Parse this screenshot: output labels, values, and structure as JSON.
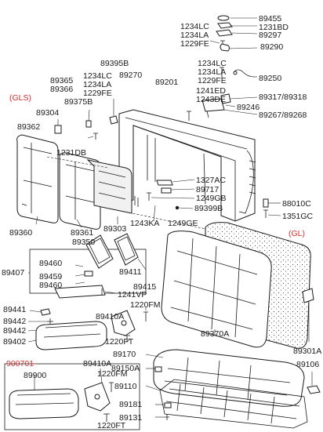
{
  "variants": {
    "gls": "(GLS)",
    "gl": "(GL)",
    "option_code": "900701-"
  },
  "labels": {
    "p89455": "89455",
    "p1231BD": "1231BD",
    "p89297": "89297",
    "p89290": "89290",
    "p1234LC_a": "1234LC",
    "p1234LA_a": "1234LA",
    "p1229FE_a": "1229FE",
    "p1234LC_b": "1234LC",
    "p1234LA_b": "1234LA",
    "p1229FE_b": "1229FE",
    "p89250": "89250",
    "p89395B": "89395B",
    "p89270": "89270",
    "p89201": "89201",
    "p89365": "89365",
    "p89366": "89366",
    "p1234LC_c": "1234LC",
    "p1234LA_c": "1234LA",
    "p1229FE_c": "1229FE",
    "p1241ED": "1241ED",
    "p1243DE": "1243DE",
    "p89246": "89246",
    "p89317": "89317/89318",
    "p89375B": "89375B",
    "p89304": "89304",
    "p89267": "89267/89268",
    "p89362": "89362",
    "p1231DB": "1231DB",
    "p1327AC": "1327AC",
    "p89717": "89717",
    "p1249GB": "1249GB",
    "p89399B": "89399B",
    "p88010C": "88010C",
    "p1351GC": "1351GC",
    "p89360": "89360",
    "p89361": "89361",
    "p89303": "89303",
    "p1243KA": "1243KA",
    "p1249GE": "1249GE",
    "p89350": "89350",
    "p89460_a": "89460",
    "p89407": "89407",
    "p89459": "89459",
    "p89460_b": "89460",
    "p89411": "89411",
    "p89415": "89415",
    "p1241VP": "1241VP",
    "p1220FM_a": "1220FM",
    "p89441": "89441",
    "p89410A_a": "89410A",
    "p89442_a": "89442",
    "p89442_b": "89442",
    "p89402": "89402",
    "p1220FT_a": "1220FT",
    "p89370A": "89370A",
    "p89301A": "89301A",
    "p89170": "89170",
    "p89150A": "89150A",
    "p89106": "89106",
    "p89110": "89110",
    "p89900": "89900",
    "p89410A_b": "89410A",
    "p1220FM_b": "1220FM",
    "p89181": "89181",
    "p89131": "89131",
    "p1220FT_b": "1220FT"
  },
  "colors": {
    "ink": "#1a1a1a",
    "variant_red": "#d32f2f"
  },
  "icons": [
    "seat-back-icon",
    "seat-cushion-icon",
    "armrest-icon",
    "bracket-icon",
    "frame-icon",
    "bolt-icon",
    "clip-icon"
  ]
}
